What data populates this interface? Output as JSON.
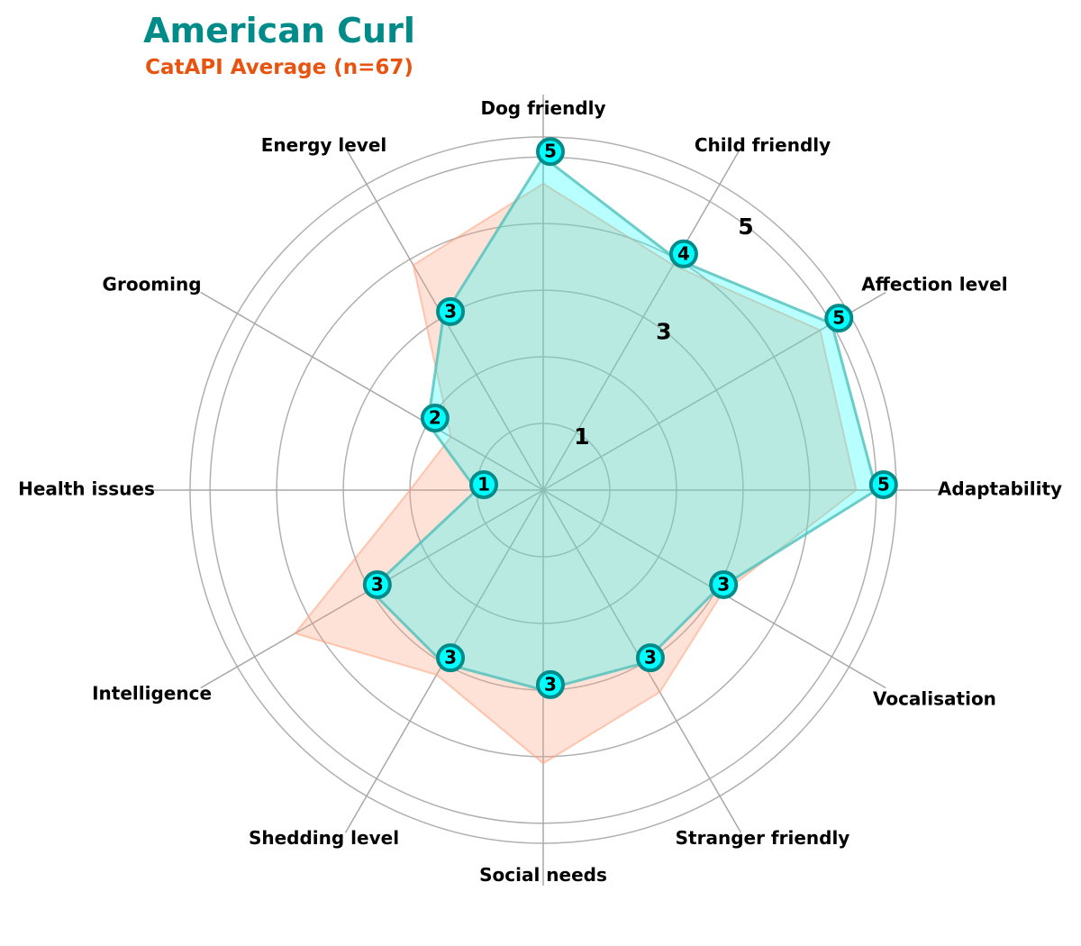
{
  "chart_data": {
    "type": "radar",
    "title": "American Curl",
    "subtitle": "CatAPI Average (n=67)",
    "categories": [
      "Adaptability",
      "Affection level",
      "Child friendly",
      "Dog friendly",
      "Energy level",
      "Grooming",
      "Health issues",
      "Intelligence",
      "Shedding level",
      "Social needs",
      "Stranger friendly",
      "Vocalisation"
    ],
    "series": [
      {
        "name": "American Curl",
        "values": [
          5,
          5,
          4,
          5,
          3,
          2,
          1,
          3,
          3,
          3,
          3,
          3
        ],
        "color": "#00ffff",
        "stroke": "#008b8b"
      },
      {
        "name": "CatAPI Average (n=67)",
        "values": [
          4.7,
          4.8,
          3.9,
          4.6,
          3.9,
          1.6,
          2.0,
          4.3,
          3.2,
          4.1,
          3.5,
          3.1
        ],
        "color": "#ffa07a"
      }
    ],
    "rlim": [
      0,
      5.3
    ],
    "rticks": [
      1,
      3,
      5
    ],
    "gridlines": [
      1,
      2,
      3,
      4,
      5
    ],
    "grid": true
  }
}
